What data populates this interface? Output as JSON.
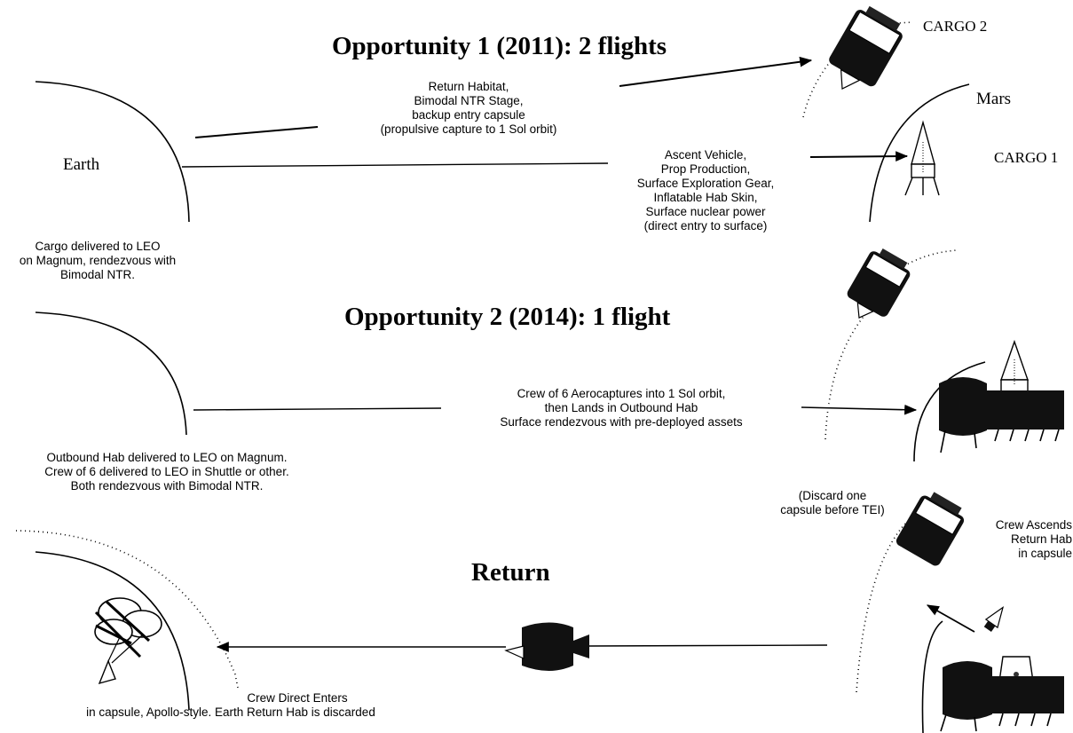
{
  "headings": {
    "opportunity1": "Opportunity 1 (2011):  2 flights",
    "opportunity2": "Opportunity 2 (2014):  1 flight",
    "return": "Return"
  },
  "bodies": {
    "earth": "Earth",
    "mars": "Mars"
  },
  "cargo_labels": {
    "cargo1": "CARGO 1",
    "cargo2": "CARGO 2"
  },
  "opportunity1": {
    "earth_note": [
      "Cargo delivered to LEO",
      "on Magnum, rendezvous with",
      "Bimodal NTR."
    ],
    "cargo2_payload": [
      "Return Habitat,",
      "Bimodal NTR Stage,",
      "backup entry capsule",
      "(propulsive capture to 1 Sol orbit)"
    ],
    "cargo1_payload": [
      "Ascent Vehicle,",
      "Prop Production,",
      "Surface Exploration Gear,",
      "Inflatable Hab Skin,",
      "Surface nuclear power",
      "(direct entry to surface)"
    ]
  },
  "opportunity2": {
    "earth_note": [
      "Outbound Hab delivered to LEO on Magnum.",
      "Crew of 6 delivered to LEO in Shuttle or other.",
      "Both rendezvous with Bimodal NTR."
    ],
    "crew_transit": [
      "Crew of 6 Aerocaptures into 1 Sol orbit,",
      "then Lands in Outbound Hab",
      "Surface rendezvous with pre-deployed assets"
    ]
  },
  "return": {
    "discard_note": [
      "(Discard one",
      "capsule before TEI)"
    ],
    "ascent_note": [
      "Crew Ascends",
      "Return Hab",
      "in capsule"
    ],
    "entry_note": [
      "Crew Direct Enters",
      "in capsule, Apollo-style. Earth Return Hab is discarded"
    ]
  },
  "colors": {
    "ink": "#000000",
    "background": "#ffffff"
  }
}
